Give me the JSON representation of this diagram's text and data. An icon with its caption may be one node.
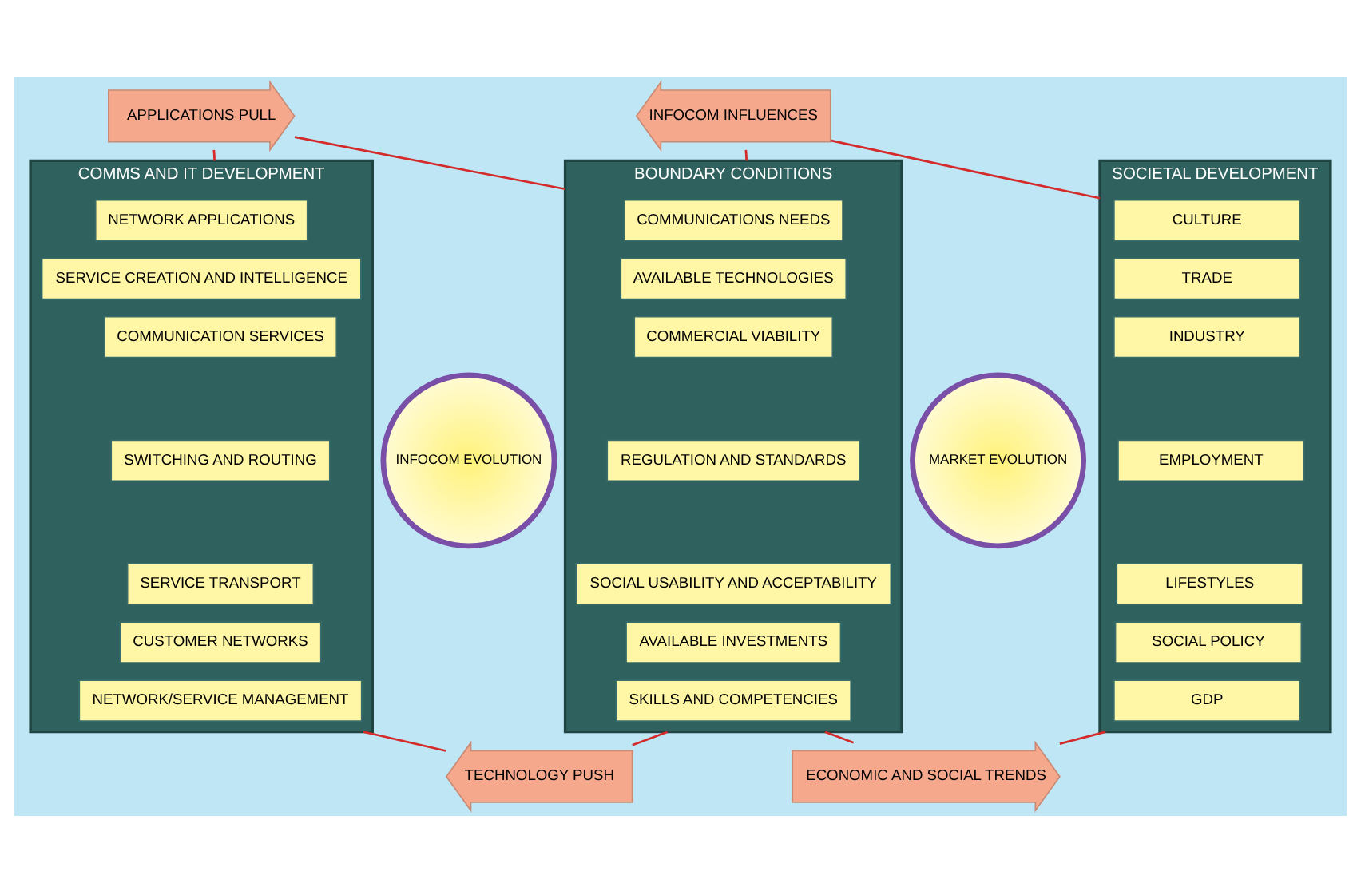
{
  "diagram": {
    "nodes": [
      {
        "text": [
          "SOCIETAL DEVELOPMENT"
        ]
      },
      {
        "text": [
          "CULTURE"
        ],
        "in": 0
      },
      {
        "text": [
          "TRADE"
        ],
        "in": 0
      },
      {
        "text": [
          "INDUSTRY"
        ],
        "in": 0
      },
      {
        "text": [
          "EMPLOYMENT"
        ],
        "in": 0
      },
      {
        "text": [
          "LIFESTYLES"
        ],
        "in": 0
      },
      {
        "text": [
          "SOCIAL POLICY"
        ],
        "in": 0
      },
      {
        "text": [
          "GDP"
        ],
        "in": 0
      },
      {
        "text": [
          "BOUNDARY CONDITIONS"
        ]
      },
      {
        "text": [
          "COMMUNICATIONS NEEDS"
        ],
        "in": 8
      },
      {
        "text": [
          "AVAILABLE TECHNOLOGIES"
        ],
        "in": 8
      },
      {
        "text": [
          "COMMERCIAL VIABILITY"
        ],
        "in": 8
      },
      {
        "text": [
          "REGULATION AND STANDARDS"
        ],
        "in": 8
      },
      {
        "text": [
          "SOCIAL USABILITY AND ACCEPTABILITY"
        ],
        "in": 8
      },
      {
        "text": [
          "AVAILABLE INVESTMENTS"
        ],
        "in": 8
      },
      {
        "text": [
          "SKILLS AND COMPETENCIES"
        ],
        "in": 8
      },
      {
        "text": [
          "COMMS AND IT DEVELOPMENT"
        ]
      },
      {
        "text": [
          "NETWORK APPLICATIONS"
        ],
        "in": 16
      },
      {
        "text": [
          "SERVICE CREATION AND INTELLIGENCE"
        ],
        "in": 16
      },
      {
        "text": [
          "COMMUNICATION SERVICES"
        ],
        "in": 16
      },
      {
        "text": [
          "SWITCHING AND ROUTING"
        ],
        "in": 16
      },
      {
        "text": [
          "SERVICE TRANSPORT"
        ],
        "in": 16
      },
      {
        "text": [
          "CUSTOMER NETWORKS"
        ],
        "in": 16
      },
      {
        "text": [
          "NETWORK/SERVICE MANAGEMENT"
        ],
        "in": 16
      },
      {
        "text": [
          "MARKET EVOLUTION"
        ]
      },
      {
        "text": [
          "INFOCOM EVOLUTION"
        ]
      },
      {
        "text": [
          "INFOCOM INFLUENCES"
        ]
      },
      {
        "text": [
          "APPLICATIONS PULL"
        ]
      },
      {
        "text": [
          "ECONOMIC AND SOCIAL TRENDS"
        ]
      },
      {
        "text": [
          "TECHNOLOGY PUSH"
        ]
      }
    ],
    "edges": [
      {
        "from": 0,
        "to": 26,
        "arrow": "none"
      },
      {
        "from": 26,
        "to": 8,
        "arrow": "none"
      },
      {
        "from": 8,
        "to": 27,
        "arrow": "none"
      },
      {
        "from": 27,
        "to": 16,
        "arrow": "none"
      },
      {
        "from": 0,
        "to": 28,
        "arrow": "none"
      },
      {
        "from": 28,
        "to": 8,
        "arrow": "none"
      },
      {
        "from": 8,
        "to": 29,
        "arrow": "none"
      },
      {
        "from": 29,
        "to": 16,
        "arrow": "none"
      }
    ]
  }
}
